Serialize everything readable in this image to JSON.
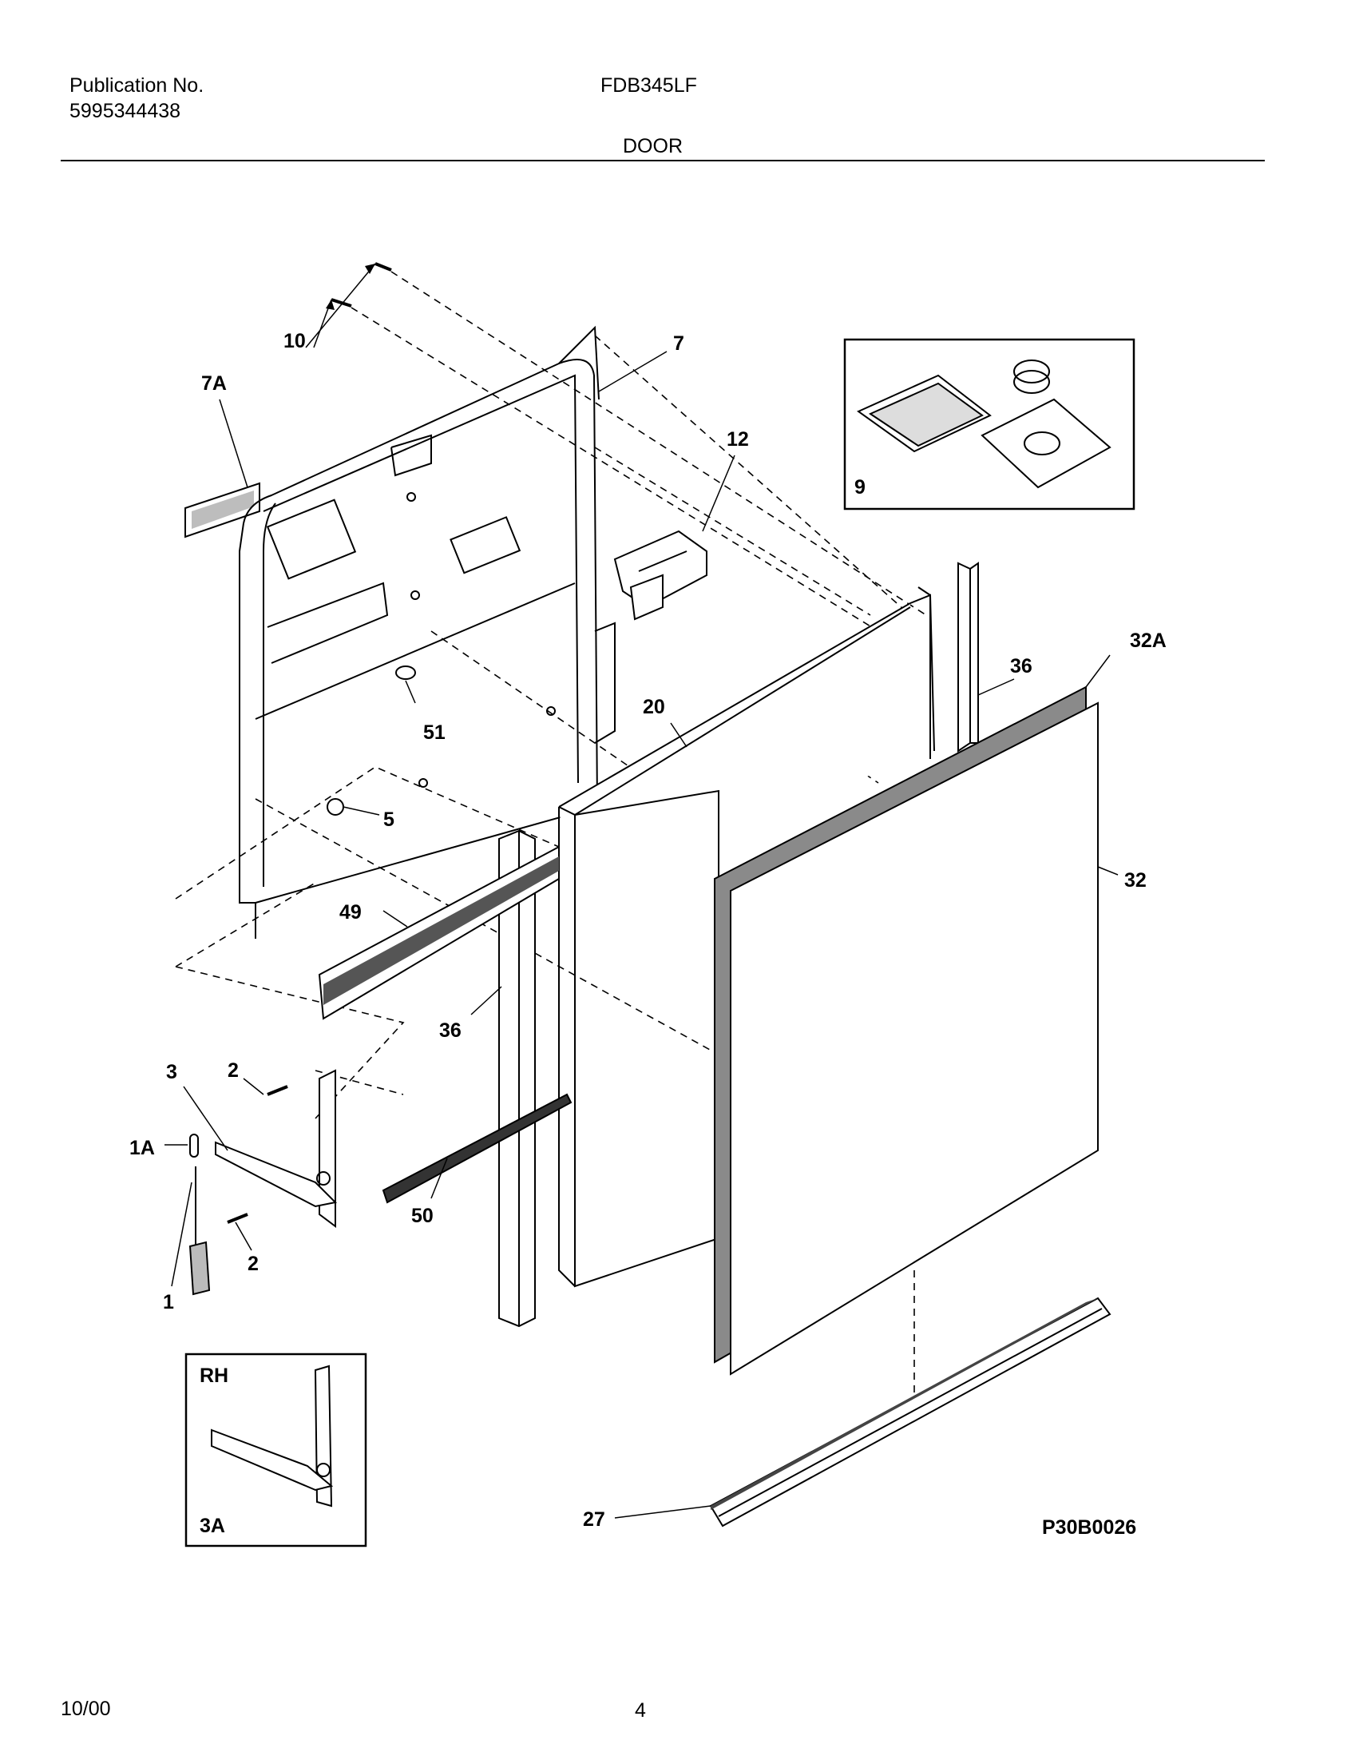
{
  "header": {
    "publication_label": "Publication No.",
    "publication_number": "5995344438",
    "model": "FDB345LF",
    "section_title": "DOOR"
  },
  "callouts": {
    "p1": "1",
    "p1a": "1A",
    "p2a": "2",
    "p2b": "2",
    "p3": "3",
    "p5": "5",
    "p7": "7",
    "p7a": "7A",
    "p9": "9",
    "p10": "10",
    "p12": "12",
    "p20": "20",
    "p27": "27",
    "p32": "32",
    "p32a": "32A",
    "p36a": "36",
    "p36b": "36",
    "p49": "49",
    "p50": "50",
    "p51": "51"
  },
  "inset_rh": {
    "title": "RH",
    "part": "3A"
  },
  "diagram_code": "P30B0026",
  "footer": {
    "date": "10/00",
    "page": "4"
  }
}
